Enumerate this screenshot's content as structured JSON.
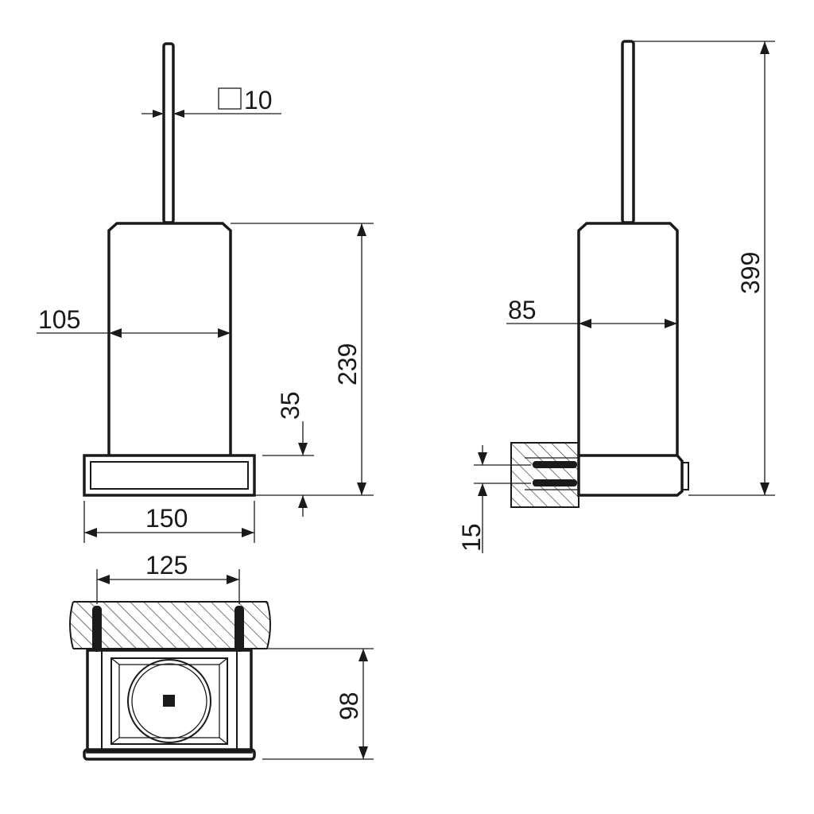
{
  "dimensions": {
    "rod_square": "10",
    "front_width": "105",
    "front_body_height": "239",
    "base_height": "35",
    "base_width": "150",
    "side_width": "85",
    "total_height": "399",
    "bracket_height": "15",
    "fixing_spacing": "125",
    "depth": "98"
  }
}
